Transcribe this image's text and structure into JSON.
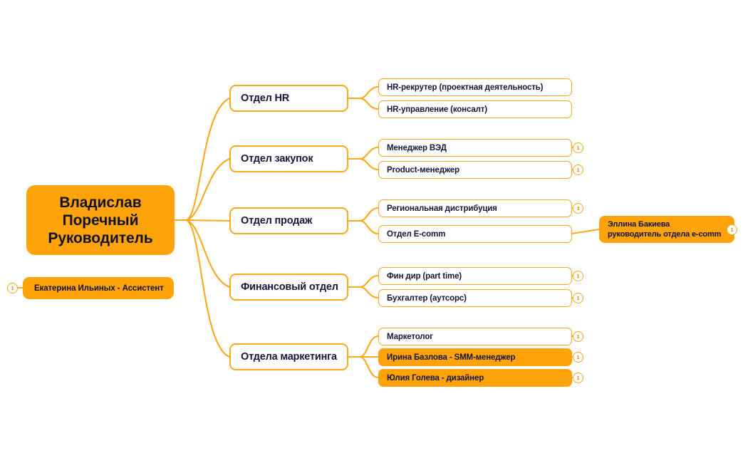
{
  "colors": {
    "node_fill_orange": "#FFA30A",
    "node_border_orange": "#FBA81C",
    "connector_orange": "#FBA81C",
    "text_navy": "#14143A",
    "canvas_background": "#FFFFFF",
    "badge_text": "#E08A0B"
  },
  "root": {
    "label": "Владислав\nПоречный\nРуководитель"
  },
  "assistant": {
    "label": "Екатерина Ильиных - Ассистент",
    "badge": "1"
  },
  "branches": [
    {
      "label": "Отдел HR",
      "children": [
        {
          "label": "HR-рекрутер (проектная деятельность)",
          "badge": "",
          "filled": false
        },
        {
          "label": "HR-управление (консалт)",
          "badge": "",
          "filled": false
        }
      ]
    },
    {
      "label": "Отдел закупок",
      "children": [
        {
          "label": "Менеджер ВЭД",
          "badge": "1",
          "filled": false
        },
        {
          "label": "Product-менеджер",
          "badge": "1",
          "filled": false
        }
      ]
    },
    {
      "label": "Отдел продаж",
      "children": [
        {
          "label": "Региональная дистрибуция",
          "badge": "3",
          "filled": false
        },
        {
          "label": "Отдел E-comm",
          "badge": "",
          "filled": false
        }
      ]
    },
    {
      "label": "Финансовый отдел",
      "children": [
        {
          "label": "Фин дир (part time)",
          "badge": "1",
          "filled": false
        },
        {
          "label": "Бухгалтер (аутсорс)",
          "badge": "1",
          "filled": false
        }
      ]
    },
    {
      "label": "Отдела маркетинга",
      "children": [
        {
          "label": "Маркетолог",
          "badge": "1",
          "filled": false
        },
        {
          "label": "Ирина Базлова - SMM-менеджер",
          "badge": "1",
          "filled": true
        },
        {
          "label": "Юлия Голева - дизайнер",
          "badge": "1",
          "filled": true
        }
      ]
    }
  ],
  "ecomm_subnode": {
    "label": "Эллина Бакиева\nруководитель отдела e-comm",
    "badge": "1"
  }
}
